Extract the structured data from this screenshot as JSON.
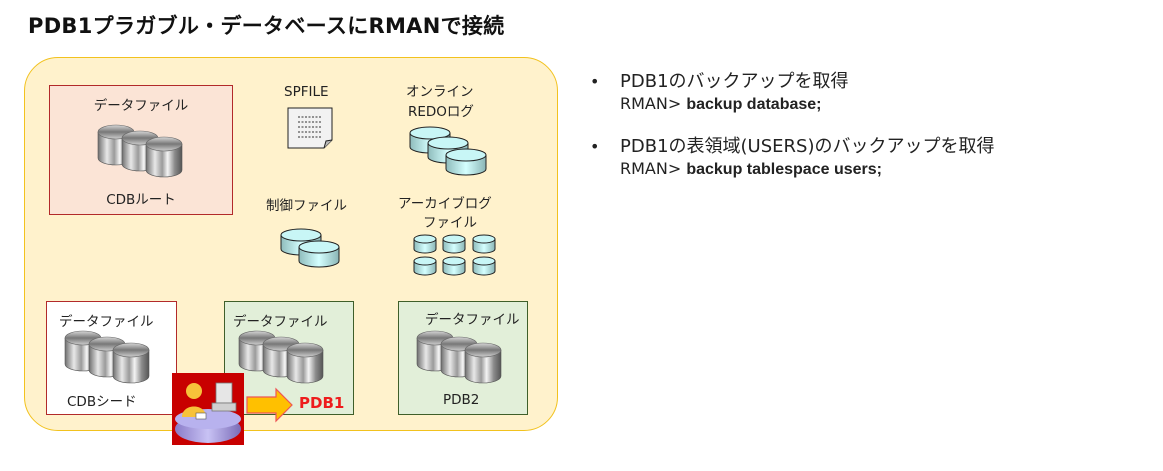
{
  "title": "PDB1プラガブル・データベースにRMANで接続",
  "diagram": {
    "cdb_root": {
      "caption": "データファイル",
      "label": "CDBルート",
      "icon": "datafile-cylinders-icon"
    },
    "spfile": {
      "label": "SPFILE",
      "icon": "document-icon"
    },
    "control_file": {
      "label": "制御ファイル",
      "icon": "control-file-cylinders-icon"
    },
    "online_redo": {
      "label_line1": "オンライン",
      "label_line2": "REDOログ",
      "icon": "redo-log-cylinders-icon"
    },
    "archive_log": {
      "label_line1": "アーカイブログ",
      "label_line2": "ファイル",
      "icon": "archive-log-cylinders-icon"
    },
    "cdb_seed": {
      "caption": "データファイル",
      "label": "CDBシード",
      "icon": "datafile-cylinders-icon"
    },
    "pdb1": {
      "caption": "データファイル",
      "label": "PDB1",
      "icon": "datafile-cylinders-icon"
    },
    "pdb2": {
      "caption": "データファイル",
      "label": "PDB2",
      "icon": "datafile-cylinders-icon"
    },
    "operator": {
      "icon": "operator-workstation-icon"
    },
    "arrow": {
      "icon": "arrow-right-icon"
    },
    "colors": {
      "container_bg": "#fff2cc",
      "container_border": "#f2c21e",
      "root_bg": "#fbe4d6",
      "pdb_bg": "#e2efd9",
      "red_border": "#b22a2a",
      "pdb1_text": "#ee1c1c"
    }
  },
  "bullets": [
    {
      "text": "PDB1のバックアップを取得",
      "cmd_prefix": "RMAN> ",
      "cmd": "backup database;"
    },
    {
      "text": "PDB1の表領域(USERS)のバックアップを取得",
      "cmd_prefix": "RMAN> ",
      "cmd": "backup tablespace users;"
    }
  ]
}
